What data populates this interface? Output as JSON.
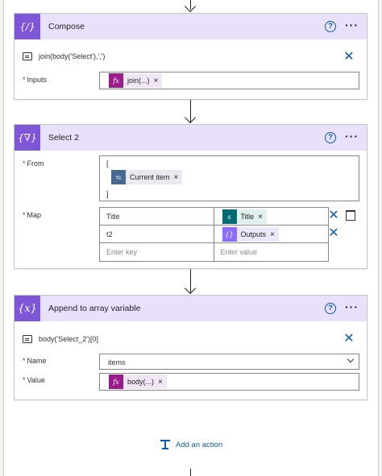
{
  "compose": {
    "title": "Compose",
    "comment": "join(body('Select'),',')",
    "inputs_label": "Inputs",
    "inputs_token": {
      "label": "join(...)",
      "icon": "fx-icon",
      "color": "#9c1b8c"
    }
  },
  "select2": {
    "title": "Select 2",
    "from_label": "From",
    "from_open": "[",
    "from_close": "]",
    "from_token": {
      "label": "Current item",
      "icon": "loop-icon",
      "color": "#486991"
    },
    "map_label": "Map",
    "map_rows": [
      {
        "key": "Title",
        "value_token": {
          "label": "Title",
          "icon": "sharepoint-icon",
          "color": "#036c70"
        }
      },
      {
        "key": "t2",
        "value_token": {
          "label": "Outputs",
          "icon": "compose-icon",
          "color": "#8c6cff"
        }
      }
    ],
    "key_placeholder": "Enter key",
    "value_placeholder": "Enter value"
  },
  "append": {
    "title": "Append to array variable",
    "comment": "body('Select_2')[0]",
    "name_label": "Name",
    "name_value": "items",
    "value_label": "Value",
    "value_token": {
      "label": "body(...)",
      "icon": "fx-icon",
      "color": "#9c1b8c"
    }
  },
  "add_action_label": "Add an action",
  "colors": {
    "header_bg": "#e9e0fb",
    "header_icon": "#7e57d8",
    "link": "#0b5cad"
  }
}
